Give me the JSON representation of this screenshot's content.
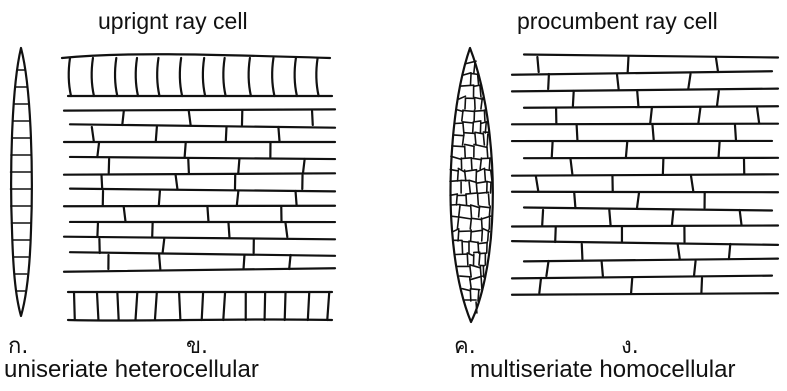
{
  "labels": {
    "upright_title": "uprignt ray cell",
    "procumbent_title": "procumbent ray cell",
    "tag_a": "ก.",
    "tag_b": "ข.",
    "tag_c": "ค.",
    "tag_d": "ง.",
    "caption_left": "uniseriate heterocellular",
    "caption_right": "multiseriate homocellular"
  }
}
